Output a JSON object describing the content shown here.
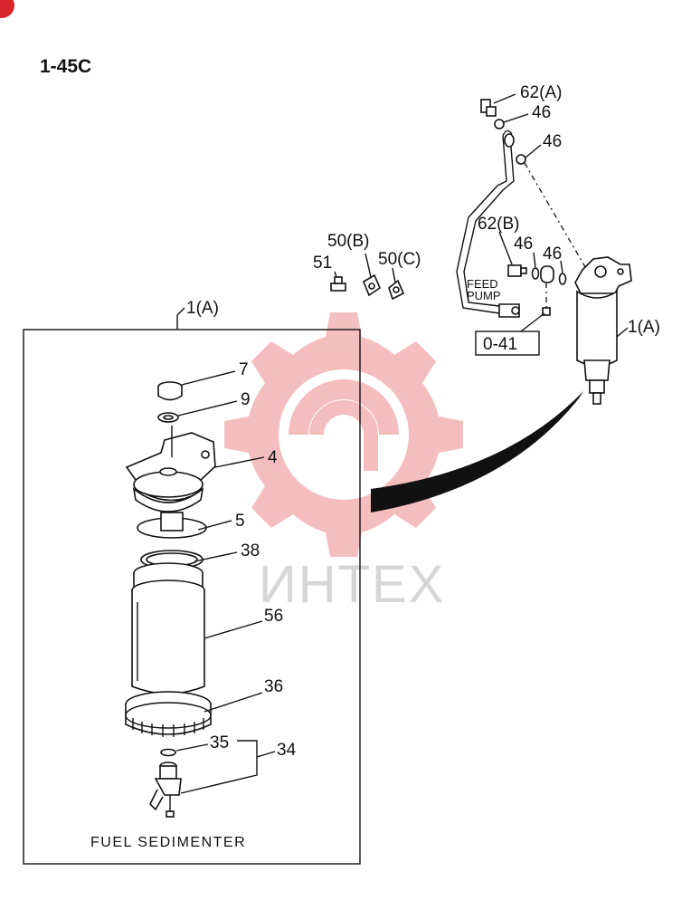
{
  "page_code": "1-45C",
  "caption": "FUEL SEDIMENTER",
  "watermark_text": "ИНТЕХ",
  "reference_box": "0-41",
  "feed_pump_label": [
    "FEED",
    "PUMP"
  ],
  "callouts": {
    "p1a_box": "1(A)",
    "p1a_side": "1(A)",
    "p7": "7",
    "p9": "9",
    "p4": "4",
    "p5": "5",
    "p38": "38",
    "p56": "56",
    "p36": "36",
    "p35": "35",
    "p34": "34",
    "p51": "51",
    "p50b": "50(B)",
    "p50c": "50(C)",
    "p62a": "62(A)",
    "p46a": "46",
    "p46b": "46",
    "p62b": "62(B)",
    "p46c": "46",
    "p46d": "46"
  },
  "colors": {
    "line": "#111111",
    "watermark": "#f3b8b8",
    "corner_badge": "#d9262c"
  }
}
